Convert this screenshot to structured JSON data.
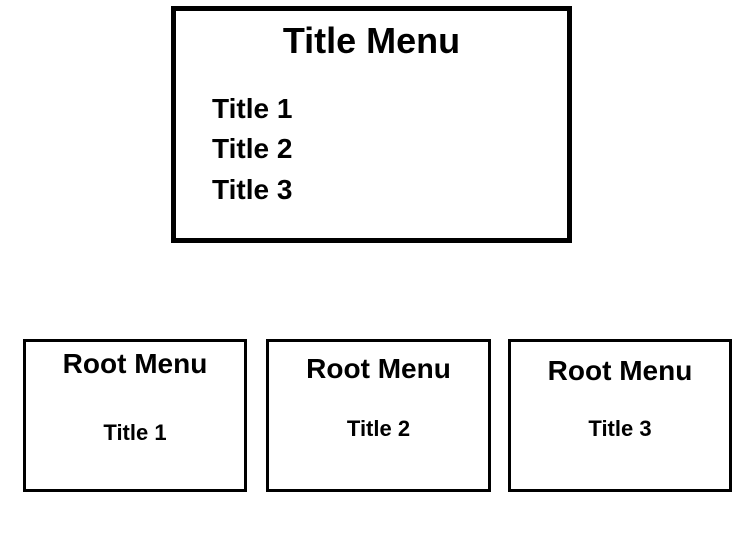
{
  "title_menu": {
    "heading": "Title Menu",
    "items": [
      {
        "label": "Title 1"
      },
      {
        "label": "Title 2"
      },
      {
        "label": "Title 3"
      }
    ]
  },
  "root_menus": [
    {
      "heading": "Root Menu",
      "item": "Title 1"
    },
    {
      "heading": "Root Menu",
      "item": "Title 2"
    },
    {
      "heading": "Root Menu",
      "item": "Title 3"
    }
  ]
}
